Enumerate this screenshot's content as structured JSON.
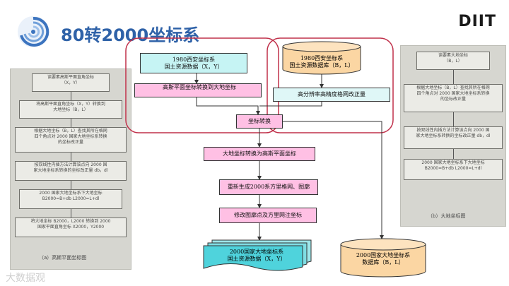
{
  "header": {
    "title": "80转2000坐标系",
    "brand": "DIIT"
  },
  "left_figure": {
    "steps": [
      "读要素高斯平面直角坐标\n（X，Y）",
      "将高斯平面直角坐标（X，Y）转换到\n大地坐标（B，L）",
      "根据大地坐标（B，L）查找其所在格网\n四个角点对 2000 国家大地坐标系转换\n的坐标改正量",
      "按双线性内插方法计算该点向 2000 国\n家大地坐标系转换的坐标改正量 db，dl",
      "2000 国家大地坐标系下大地坐标\nB2000=B+db        L2000=L+dl",
      "将大地坐标 B2000，L2000 转换到 2000\n国家平面直角坐标 X2000，Y2000"
    ],
    "caption": "（a）高斯平面坐标图"
  },
  "right_figure": {
    "steps": [
      "读要素大地坐标\n（B，L）",
      "根据大地坐标（B，L）查找其所在格网\n四个角点对 2000 国家大地坐标系转换\n的坐标改正量",
      "按双线性内插方法计算该点向 2000 国\n家大地坐标系转换的坐标改正量 db，dl",
      "2000 国家大地坐标系下大地坐标\nB2000=B+db        L2000=L+dl"
    ],
    "caption": "（b）大地坐标图"
  },
  "flow": {
    "src_gauss": "1980西安坐标系\n国土资源数据（X，Y）",
    "src_geo": "1980西安坐标系\n国土资源数据库（B，L）",
    "gauss_to_geo": "高斯平面坐标转换到大地坐标",
    "grid_correction": "高分辨率高精度格网改正量",
    "coord_transform": "坐标转换",
    "geo_to_gauss": "大地坐标转换为高斯平面坐标",
    "regen_grid": "重新生成2000系方里格网、图廓",
    "modify_points": "修改图廓点及方里网注坐标",
    "out_gauss": "2000国家大地坐标系\n国土资源数据（X，Y）",
    "out_geo": "2000国家大地坐标系\n数据库（B，L）"
  },
  "watermark": "大数据观",
  "colors": {
    "title": "#2f62a8",
    "pink_box": "#ffc0e4",
    "cyan_box": "#c6f4f4",
    "cylinder": "#fbd6a3",
    "group_outline": "#c0304a"
  }
}
